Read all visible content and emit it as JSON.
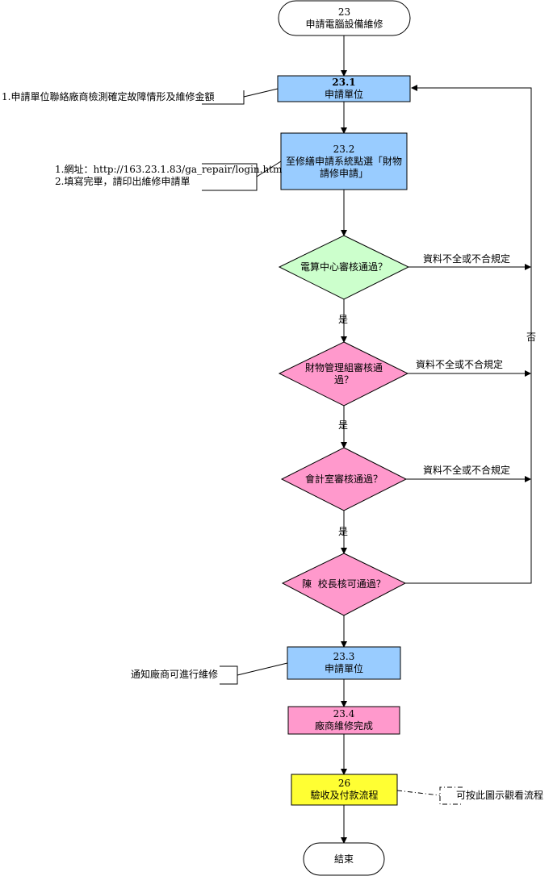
{
  "start": {
    "num": "23",
    "text": "申請電腦設備維修"
  },
  "n231": {
    "num": "23.1",
    "text": "申請單位",
    "note": "1.申請單位聯絡廠商檢測確定故障情形及維修金額"
  },
  "n232": {
    "num": "23.2",
    "text": "至修繕申請系統點選「財物請修申請」",
    "note_line1": "1.網址：http://163.23.1.83/ga_repair/login.htm",
    "note_line2": "2.填寫完畢，請印出維修申請單"
  },
  "d1": {
    "text": "電算中心審核通過？",
    "no_label": "資料不全或不合規定",
    "yes_label": "是"
  },
  "d2": {
    "text": "財物管理組審核通過？",
    "no_label": "資料不全或不合規定",
    "yes_label": "是"
  },
  "d3": {
    "text": "會計室審核通過？",
    "no_label": "資料不全或不合規定",
    "yes_label": "是"
  },
  "d4": {
    "text": "陳  校長核可通過？"
  },
  "loop_label": "否",
  "n233": {
    "num": "23.3",
    "text": "申請單位",
    "note": "通知廠商可進行維修"
  },
  "n234": {
    "num": "23.4",
    "text": "廠商維修完成"
  },
  "n26": {
    "num": "26",
    "text": "驗收及付款流程",
    "note": "可按此圖示觀看流程"
  },
  "end": {
    "text": "結束"
  },
  "colors": {
    "blue": "#99ccff",
    "green": "#ccffcc",
    "pink": "#ff99cc",
    "yellow": "#ffff00"
  }
}
